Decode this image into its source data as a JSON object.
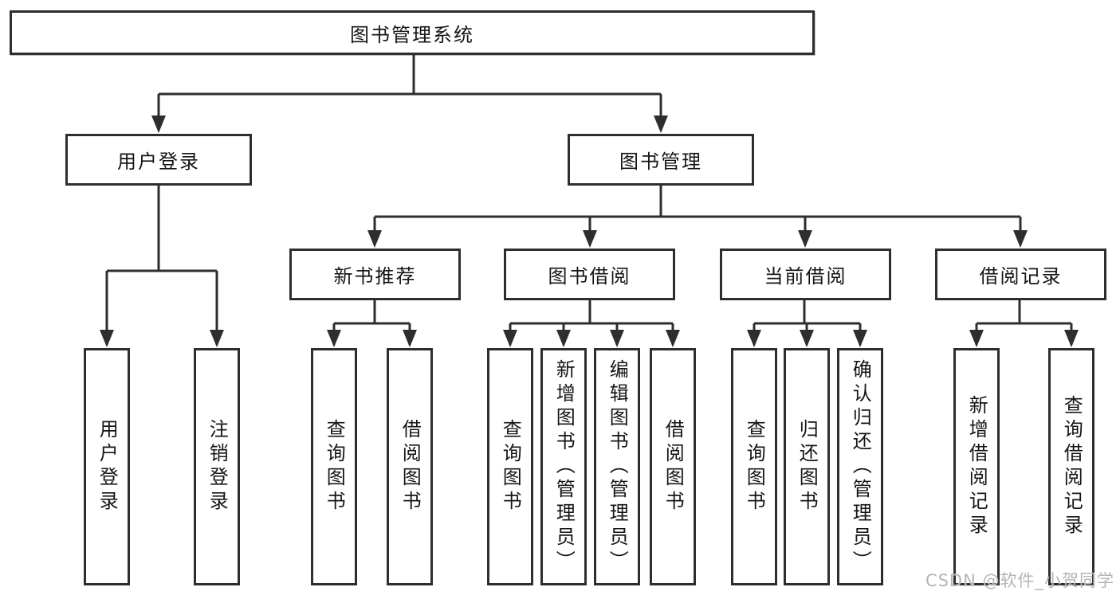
{
  "diagram": {
    "root": {
      "label": "图书管理系统"
    },
    "user": {
      "label": "用户登录",
      "children": [
        {
          "label": "用户登录"
        },
        {
          "label": "注销登录"
        }
      ]
    },
    "book": {
      "label": "图书管理",
      "children": [
        {
          "label": "新书推荐",
          "children": [
            {
              "label": "查询图书"
            },
            {
              "label": "借阅图书"
            }
          ]
        },
        {
          "label": "图书借阅",
          "children": [
            {
              "label": "查询图书"
            },
            {
              "label": "新增图书（管理员）"
            },
            {
              "label": "编辑图书（管理员）"
            },
            {
              "label": "借阅图书"
            }
          ]
        },
        {
          "label": "当前借阅",
          "children": [
            {
              "label": "查询图书"
            },
            {
              "label": "归还图书"
            },
            {
              "label": "确认归还（管理员）"
            }
          ]
        },
        {
          "label": "借阅记录",
          "children": [
            {
              "label": "新增借阅记录"
            },
            {
              "label": "查询借阅记录"
            }
          ]
        }
      ]
    },
    "watermark": "CSDN @软件_小贺同学",
    "colors": {
      "line": "#2e2e2e",
      "text": "#151515",
      "watermark": "#b5b5b5",
      "background": "#ffffff"
    }
  }
}
